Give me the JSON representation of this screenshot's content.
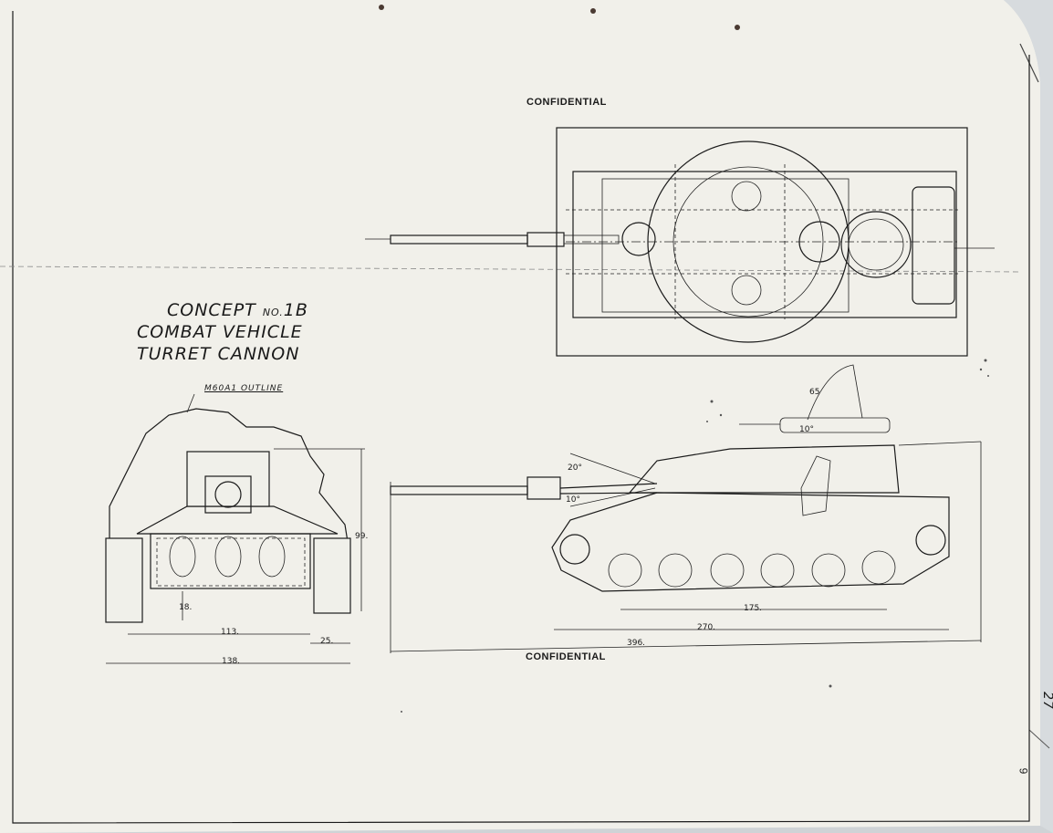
{
  "header": {
    "classification": "CONFIDENTIAL"
  },
  "title": {
    "line1": "CONCEPT",
    "line1_no": "NO.",
    "line1_id": "1B",
    "line2": "COMBAT VEHICLE",
    "line3": "TURRET CANNON"
  },
  "front_view": {
    "outline_label": "M60A1 OUTLINE",
    "dims": {
      "height": "99.",
      "floor": "18.",
      "inner_width": "113.",
      "track": "25.",
      "overall_width": "138."
    }
  },
  "side_view": {
    "angles": {
      "elev_top": "65",
      "elev_high": "20°",
      "elev_low": "10°",
      "mg": "10°"
    },
    "dims": {
      "a": "175.",
      "b": "270.",
      "c": "396."
    }
  },
  "footer": {
    "classification": "CONFIDENTIAL"
  },
  "margin_note": "27",
  "page_number": "9",
  "colors": {
    "paper": "#f1f0ea",
    "ink": "#1b1b1b",
    "background": "#cfd3d6"
  }
}
